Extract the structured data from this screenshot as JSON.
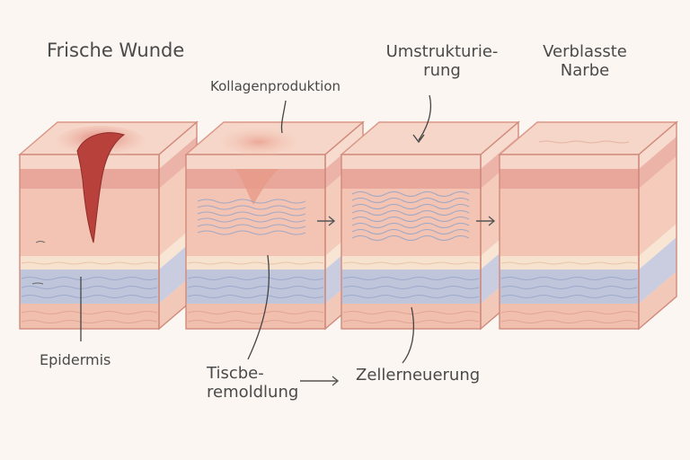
{
  "labels": {
    "stage1": "Frische Wunde",
    "stage2": "Kollagenproduktion",
    "stage3_line1": "Umstrukturie-",
    "stage3_line2": "rung",
    "stage4_line1": "Verblasste",
    "stage4_line2": "Narbe",
    "epidermis": "Epidermis",
    "remodel_line1": "Tiscbe-",
    "remodel_line2": "remoldlung",
    "renewal": "Zellerneuerung"
  },
  "colors": {
    "skin_top": "#f6d6c8",
    "epidermis_band": "#e9a79b",
    "dermis": "#f3c3b3",
    "fat_band": "#f7e2cf",
    "blue_band": "#bfc6dc",
    "subcutis": "#f0bfae",
    "wound": "#b8413c",
    "collagen": "#8ea3c8",
    "ink": "#4a4a4a"
  }
}
